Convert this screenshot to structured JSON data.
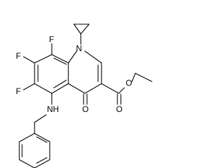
{
  "molecule": {
    "atom_labels": {
      "f8": "F",
      "f7": "F",
      "f6": "F",
      "n1": "N",
      "nh": "NH",
      "o_ketone": "O",
      "o_ester_carbonyl": "O",
      "o_ester_ether": "O"
    },
    "colors": {
      "bond": "#000000",
      "text": "#000000",
      "background": "#ffffff"
    }
  }
}
